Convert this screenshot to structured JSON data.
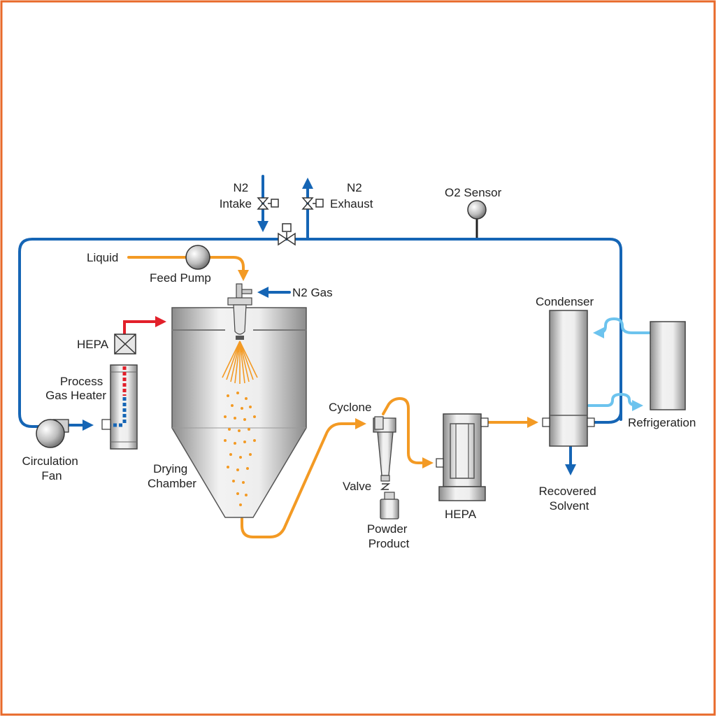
{
  "labels": {
    "n2_intake": [
      "N2",
      "Intake"
    ],
    "n2_exhaust": [
      "N2",
      "Exhaust"
    ],
    "o2_sensor": "O2 Sensor",
    "liquid": "Liquid",
    "feed_pump": "Feed Pump",
    "n2_gas": "N2 Gas",
    "hepa_inlet": "HEPA",
    "process_gas_heater": [
      "Process",
      "Gas Heater"
    ],
    "circulation_fan": [
      "Circulation",
      "Fan"
    ],
    "drying_chamber": [
      "Drying",
      "Chamber"
    ],
    "cyclone": "Cyclone",
    "valve": "Valve",
    "powder_product": [
      "Powder",
      "Product"
    ],
    "hepa_outlet": "HEPA",
    "condenser": "Condenser",
    "refrigeration": "Refrigeration",
    "recovered_solvent": [
      "Recovered",
      "Solvent"
    ]
  },
  "colors": {
    "frame": "#e8692a",
    "gas_loop": "#1565b5",
    "liquid_line": "#f39a24",
    "hot_gas": "#e2202a",
    "coolant": "#6cc3ee",
    "equipment_light": "#f2f2f2",
    "equipment_dark": "#8c8c8c"
  }
}
